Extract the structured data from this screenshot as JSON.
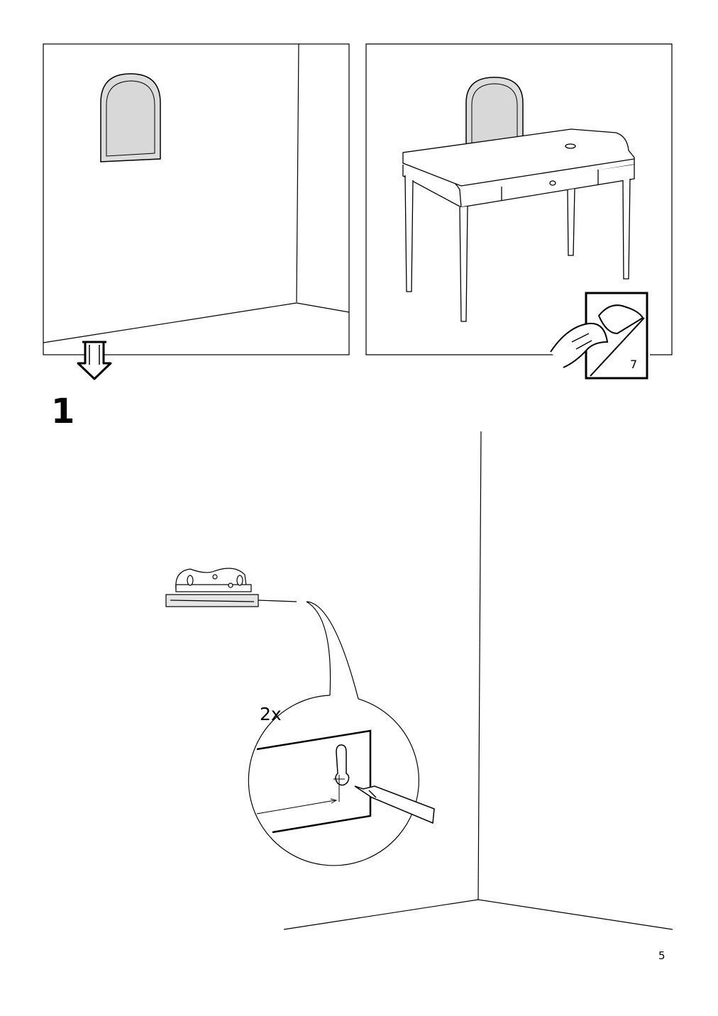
{
  "step": {
    "number": "1",
    "quantity_label": "2x"
  },
  "reference": {
    "page_label": "7"
  },
  "footer": {
    "page_number": "5"
  }
}
